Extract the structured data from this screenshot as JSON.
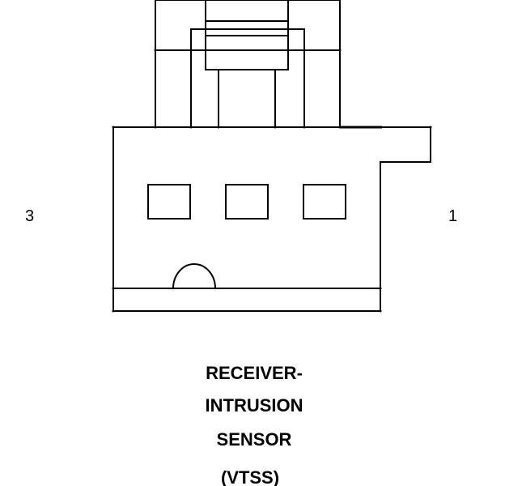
{
  "connector": {
    "pin_left_label": "3",
    "pin_right_label": "1",
    "pin_windows": 3,
    "line_color": "#000000",
    "background_color": "#ffffff"
  },
  "caption": {
    "line1": "RECEIVER-",
    "line2": "INTRUSION",
    "line3": "SENSOR",
    "line4": "(VTSS)"
  }
}
